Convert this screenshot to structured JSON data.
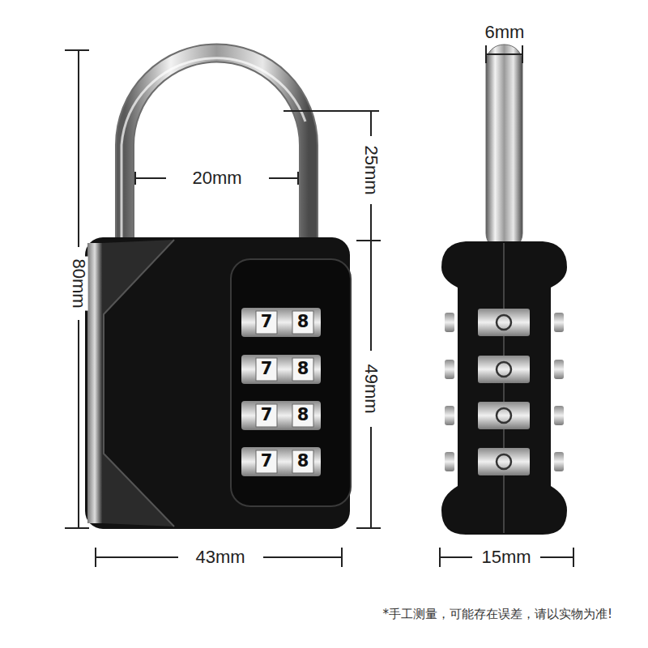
{
  "diagram": {
    "labels": [
      "80mm",
      "25mm",
      "20mm",
      "49mm",
      "43mm",
      "6mm",
      "15mm",
      "7",
      "8",
      "7",
      "8",
      "7",
      "8",
      "7",
      "8",
      "*手工测量，可能存在误差，请以实物为准!"
    ]
  }
}
